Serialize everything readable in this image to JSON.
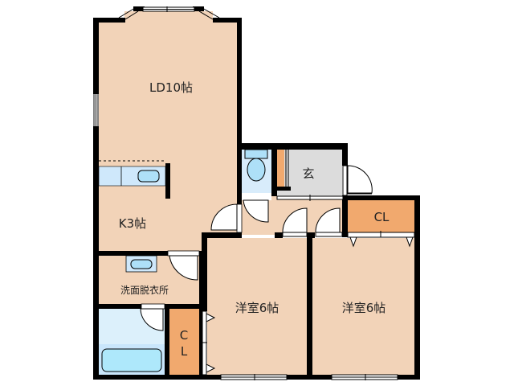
{
  "floorplan": {
    "colors": {
      "living": "#f2d3b8",
      "closet": "#f1a96e",
      "wet": "#cfe8fb",
      "entrance": "#dcdcdc",
      "wall": "#000000",
      "fixture": "#aee0f8"
    },
    "rooms": {
      "ld": {
        "label": "LD10帖"
      },
      "kitchen": {
        "label": "K3帖"
      },
      "entrance": {
        "label": "玄"
      },
      "closet_top": {
        "label": "CL"
      },
      "washroom": {
        "label": "洗面脱衣所"
      },
      "closet_left_c": {
        "label": "C"
      },
      "closet_left_l": {
        "label": "L"
      },
      "bedroom1": {
        "label": "洋室6帖"
      },
      "bedroom2": {
        "label": "洋室6帖"
      }
    }
  }
}
